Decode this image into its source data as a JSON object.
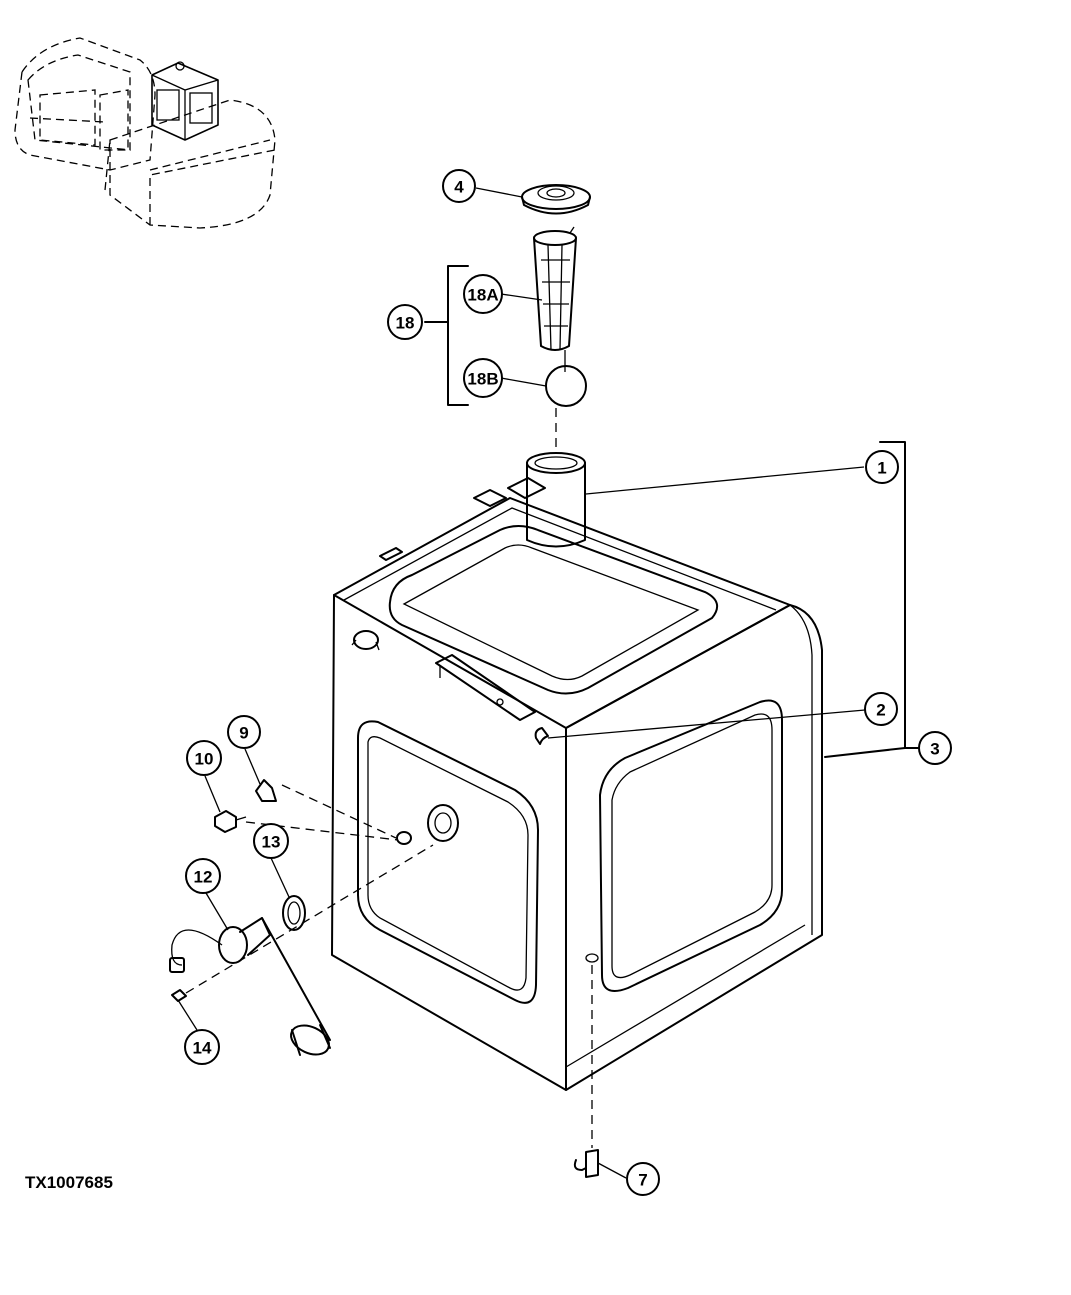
{
  "figure_id": "TX1007685",
  "callouts": {
    "c1": "1",
    "c2": "2",
    "c3": "3",
    "c4": "4",
    "c7": "7",
    "c9": "9",
    "c10": "10",
    "c12": "12",
    "c13": "13",
    "c14": "14",
    "c18": "18",
    "c18a": "18A",
    "c18b": "18B"
  }
}
